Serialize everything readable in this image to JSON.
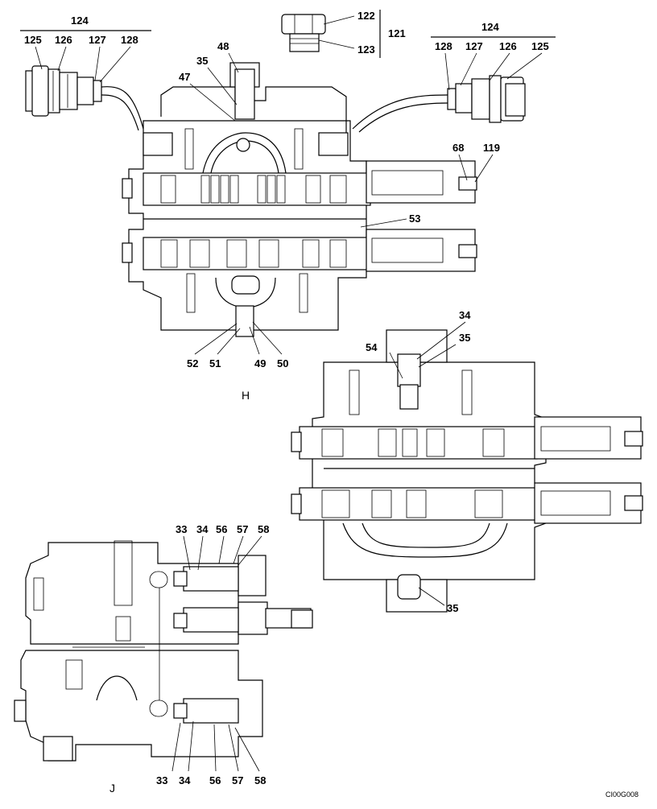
{
  "views": {
    "h": "H",
    "j": "J"
  },
  "figure_code": "CI00G008",
  "labels": {
    "l124a": "124",
    "l125a": "125",
    "l126a": "126",
    "l127a": "127",
    "l128a": "128",
    "l122": "122",
    "l123": "123",
    "l121": "121",
    "l124b": "124",
    "l128b": "128",
    "l127b": "127",
    "l126b": "126",
    "l125b": "125",
    "l48": "48",
    "l35a": "35",
    "l47": "47",
    "l68": "68",
    "l119": "119",
    "l53": "53",
    "l52": "52",
    "l51": "51",
    "l49": "49",
    "l50": "50",
    "l34h": "34",
    "l35h": "35",
    "l54": "54",
    "l35hb": "35",
    "l33t": "33",
    "l34t": "34",
    "l56t": "56",
    "l57t": "57",
    "l58t": "58",
    "l33b": "33",
    "l34b": "34",
    "l56b": "56",
    "l57b": "57",
    "l58b": "58"
  }
}
